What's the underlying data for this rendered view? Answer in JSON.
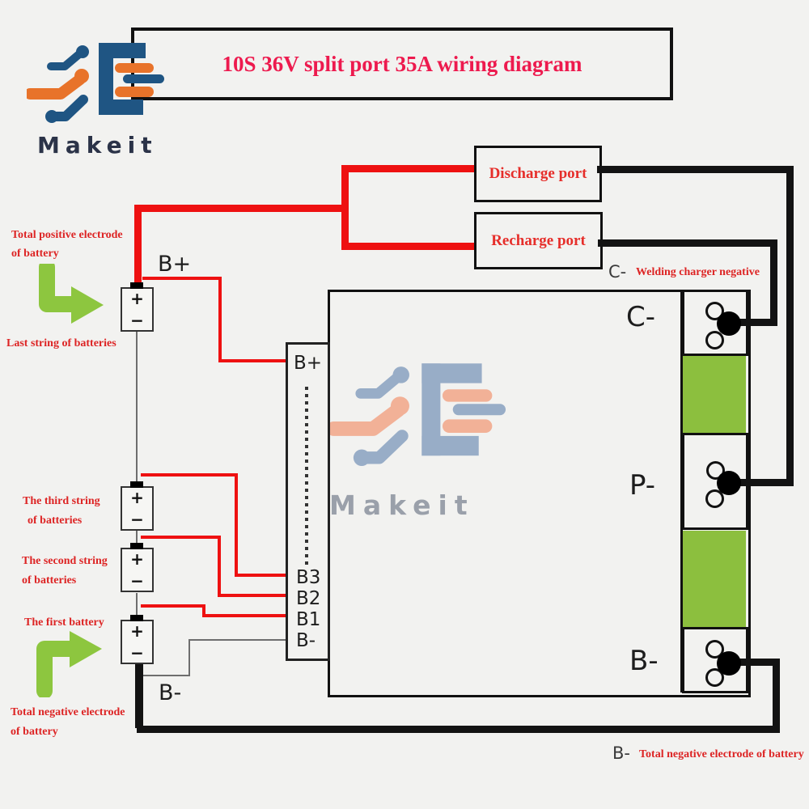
{
  "title": "10S 36V split port 35A wiring diagram",
  "brand": {
    "name": "Makeit"
  },
  "watermark": {
    "name": "Makeit"
  },
  "ports": {
    "discharge": "Discharge port",
    "recharge": "Recharge port"
  },
  "wire_labels": {
    "b_plus": "B+",
    "b_minus": "B-"
  },
  "bms": {
    "terminals": {
      "c_minus": "C-",
      "p_minus": "P-",
      "b_minus": "B-"
    },
    "connector_pins": {
      "b_plus": "B+",
      "b3": "B3",
      "b2": "B2",
      "b1": "B1",
      "b_minus": "B-"
    }
  },
  "battery": {
    "plus": "+",
    "minus": "−"
  },
  "annotations": {
    "total_positive_line1": "Total positive electrode",
    "total_positive_line2": "of battery",
    "last_string": "Last string of batteries",
    "third_string_line1": "The third string",
    "third_string_line2": "of batteries",
    "second_string_line1": "The second string",
    "second_string_line2": "of batteries",
    "first_battery": "The first battery",
    "total_negative_line1": "Total negative electrode",
    "total_negative_line2": "of battery",
    "welding_prefix": "C-",
    "welding_text": "Welding charger negative",
    "bottom_negative_prefix": "B-",
    "bottom_negative_text": "Total negative electrode of battery"
  },
  "colors": {
    "bg": "#f2f2f0",
    "ink": "#111111",
    "title_red": "#ed1a4e",
    "port_red": "#e62e2a",
    "label_red": "#dd2424",
    "wire_red": "#ee1111",
    "wire_black": "#131313",
    "wire_gray": "#6e6e6e",
    "green_block": "#8cbf3e",
    "green_arrow": "#8dc63f",
    "brand_navy": "#1f5583",
    "brand_orange": "#e8732a",
    "brand_text": "#2b3348",
    "wm_blue": "#8fa6c3",
    "wm_salmon": "#f3aa8e",
    "wm_gray": "#9aa0aa"
  }
}
